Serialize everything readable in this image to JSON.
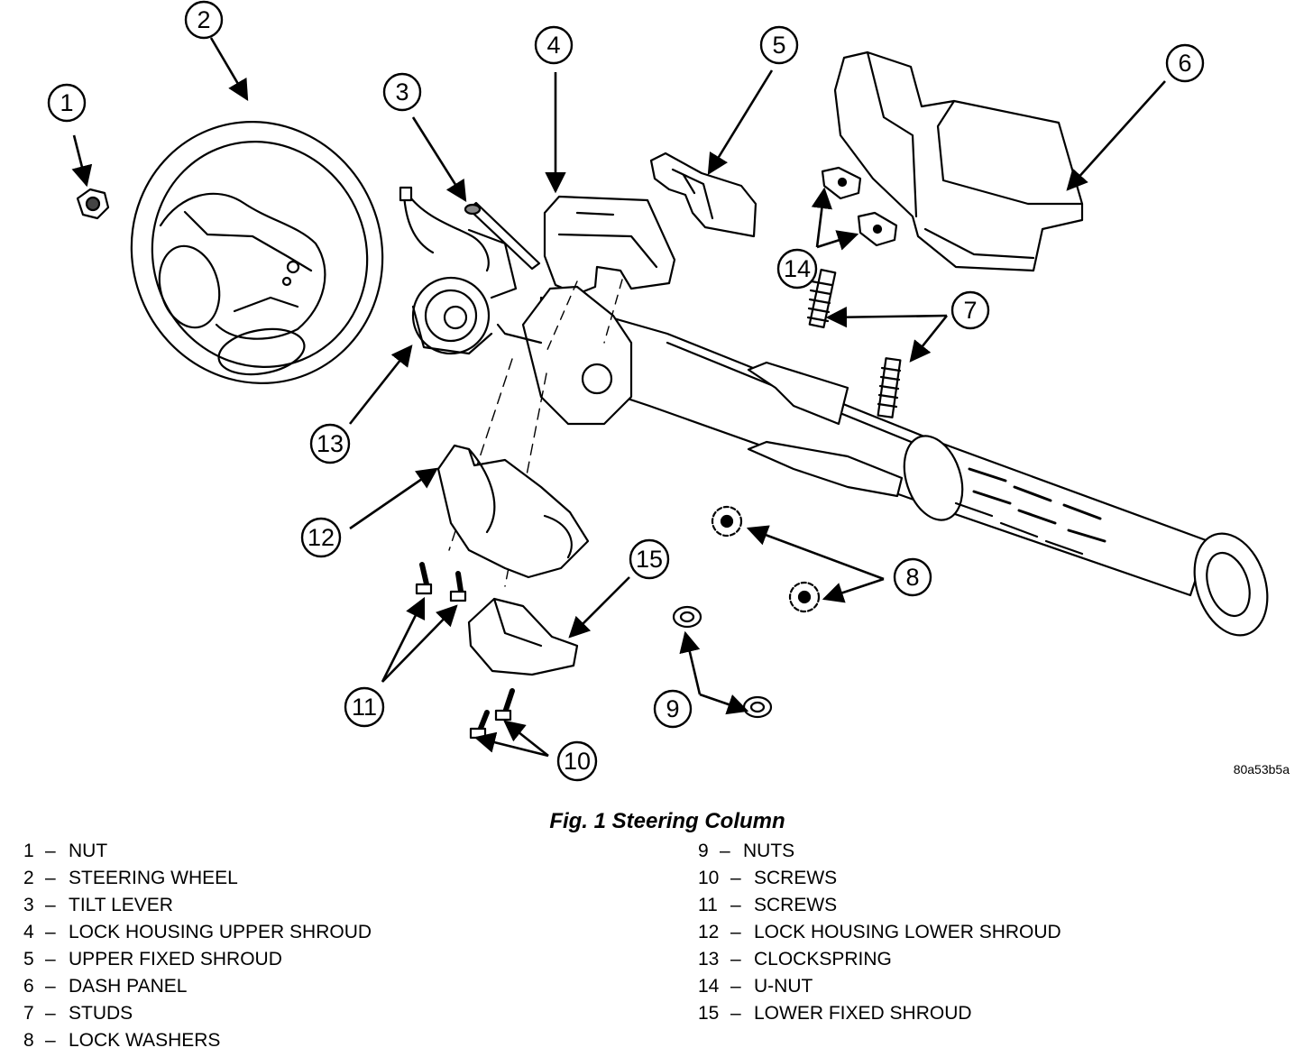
{
  "figure": {
    "title": "Fig. 1 Steering Column",
    "code": "80a53b5a"
  },
  "callouts": [
    {
      "num": "1"
    },
    {
      "num": "2"
    },
    {
      "num": "3"
    },
    {
      "num": "4"
    },
    {
      "num": "5"
    },
    {
      "num": "6"
    },
    {
      "num": "7"
    },
    {
      "num": "8"
    },
    {
      "num": "9"
    },
    {
      "num": "10"
    },
    {
      "num": "11"
    },
    {
      "num": "12"
    },
    {
      "num": "13"
    },
    {
      "num": "14"
    },
    {
      "num": "15"
    }
  ],
  "legend": {
    "left": [
      {
        "num": "1",
        "label": "NUT"
      },
      {
        "num": "2",
        "label": "STEERING WHEEL"
      },
      {
        "num": "3",
        "label": "TILT LEVER"
      },
      {
        "num": "4",
        "label": "LOCK HOUSING UPPER SHROUD"
      },
      {
        "num": "5",
        "label": "UPPER FIXED SHROUD"
      },
      {
        "num": "6",
        "label": "DASH PANEL"
      },
      {
        "num": "7",
        "label": "STUDS"
      },
      {
        "num": "8",
        "label": "LOCK WASHERS"
      }
    ],
    "right": [
      {
        "num": "9",
        "label": "NUTS"
      },
      {
        "num": "10",
        "label": "SCREWS"
      },
      {
        "num": "11",
        "label": "SCREWS"
      },
      {
        "num": "12",
        "label": "LOCK HOUSING LOWER SHROUD"
      },
      {
        "num": "13",
        "label": "CLOCKSPRING"
      },
      {
        "num": "14",
        "label": "U-NUT"
      },
      {
        "num": "15",
        "label": "LOWER FIXED SHROUD"
      }
    ]
  }
}
